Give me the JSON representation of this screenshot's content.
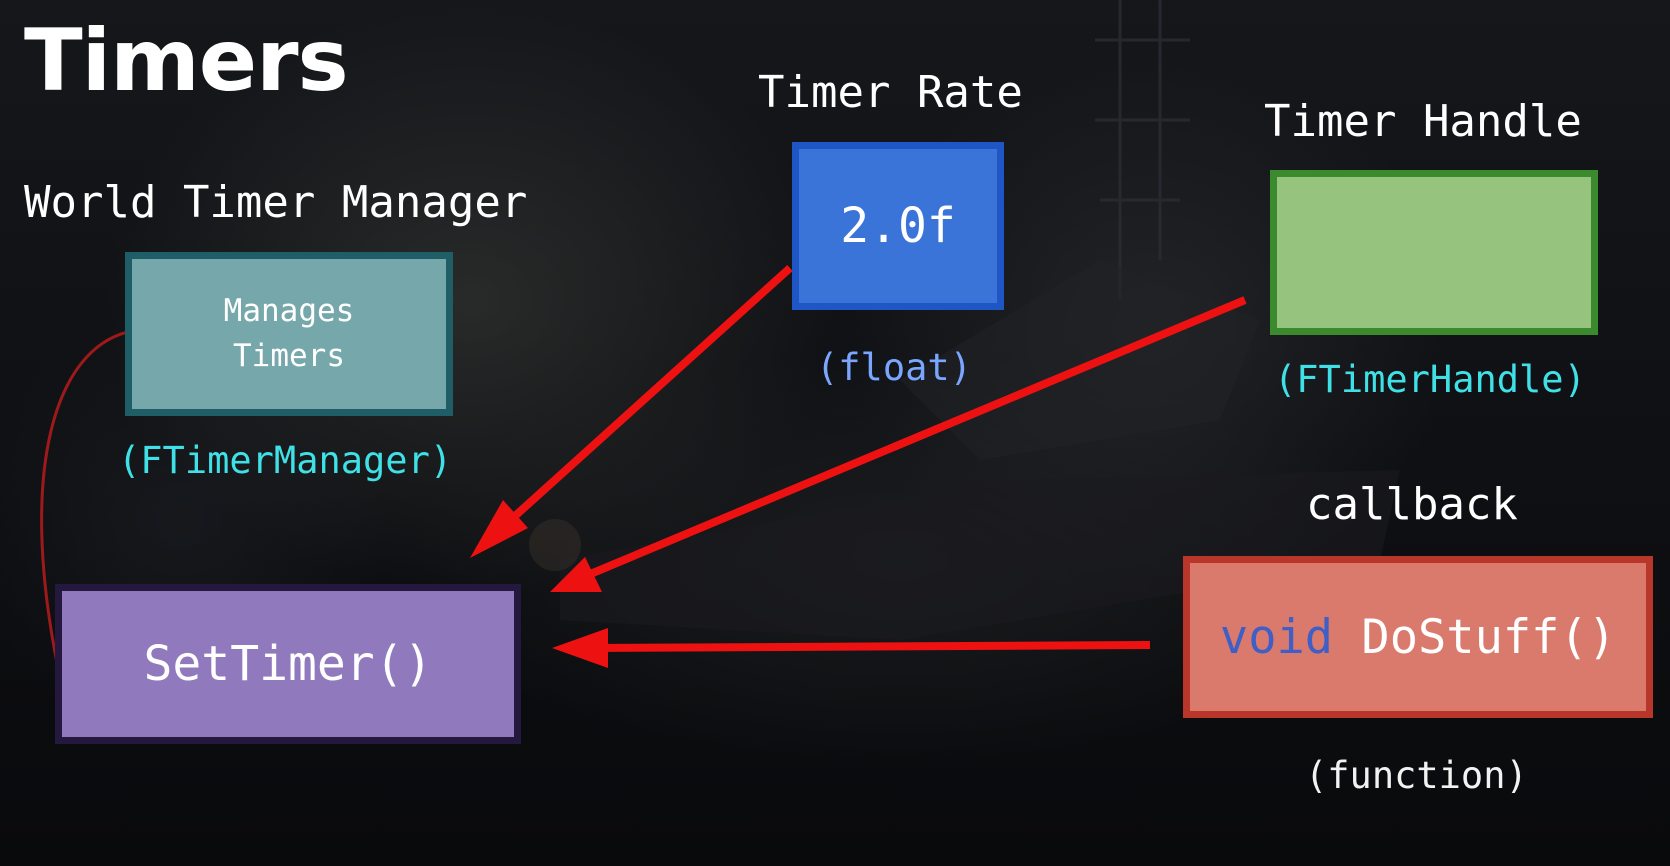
{
  "title": "Timers",
  "world_timer_manager": {
    "heading": "World Timer Manager",
    "box_line1": "Manages",
    "box_line2": "Timers",
    "type": "(FTimerManager)"
  },
  "timer_rate": {
    "heading": "Timer Rate",
    "value": "2.0f",
    "type": "(float)"
  },
  "timer_handle": {
    "heading": "Timer Handle",
    "type": "(FTimerHandle)"
  },
  "set_timer": {
    "label": "SetTimer()"
  },
  "callback": {
    "heading": "callback",
    "keyword": "void",
    "name": "DoStuff()",
    "type": "(function)"
  },
  "colors": {
    "arrow": "#ee1111",
    "connector": "#9e1a1a",
    "type_label": "#3fe0e6",
    "float_label": "#7aa6ff",
    "manager_box": "#76a8ab",
    "rate_box": "#3a74d8",
    "handle_box": "#96c47e",
    "settimer_box": "#9079bd",
    "callback_box": "#d97a6c"
  }
}
